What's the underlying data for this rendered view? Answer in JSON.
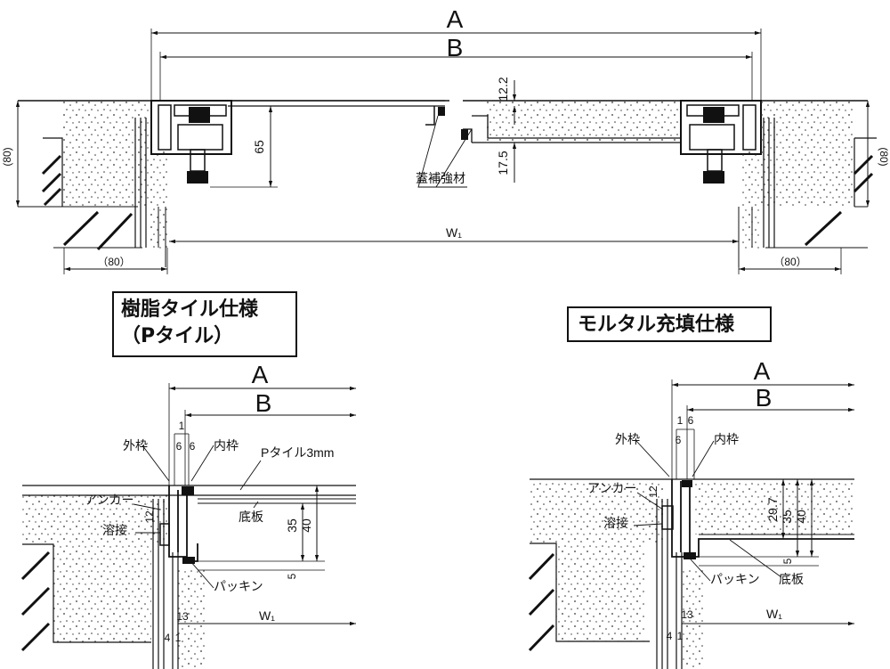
{
  "top": {
    "dim_A": "A",
    "dim_B": "B",
    "dim_W1": "W₁",
    "dim_80_left_v": "(80)",
    "dim_80_right_v": "(80)",
    "dim_80_left_h": "（80）",
    "dim_80_right_h": "（80）",
    "dim_65": "65",
    "dim_12_2": "12.2",
    "dim_17_5": "17.5",
    "label_stiffener": "蓋補強材"
  },
  "left_detail": {
    "title_line1": "樹脂タイル仕様",
    "title_line2": "（Pタイル）",
    "dim_A": "A",
    "dim_B": "B",
    "dim_1": "1",
    "dim_6a": "6",
    "dim_6b": "6",
    "outer_frame": "外枠",
    "inner_frame": "内枠",
    "ptile": "Pタイル3mm",
    "anchor": "アンカー",
    "dim_12": "12",
    "weld": "溶接",
    "base_plate": "底板",
    "dim_35": "35",
    "dim_40": "40",
    "dim_5": "5",
    "packing": "パッキン",
    "dim_13": "13",
    "dim_W1": "W₁",
    "dim_4": "4",
    "dim_1b": "1"
  },
  "right_detail": {
    "title": "モルタル充填仕様",
    "dim_A": "A",
    "dim_B": "B",
    "dim_1": "1",
    "dim_6a": "6",
    "dim_6b": "6",
    "outer_frame": "外枠",
    "inner_frame": "内枠",
    "anchor": "アンカー",
    "dim_12": "12",
    "weld": "溶接",
    "dim_29_7": "29.7",
    "dim_35": "35",
    "dim_40": "40",
    "dim_5": "5",
    "packing": "パッキン",
    "base_plate": "底板",
    "dim_13": "13",
    "dim_W1": "W₁",
    "dim_4": "4",
    "dim_1b": "1"
  }
}
